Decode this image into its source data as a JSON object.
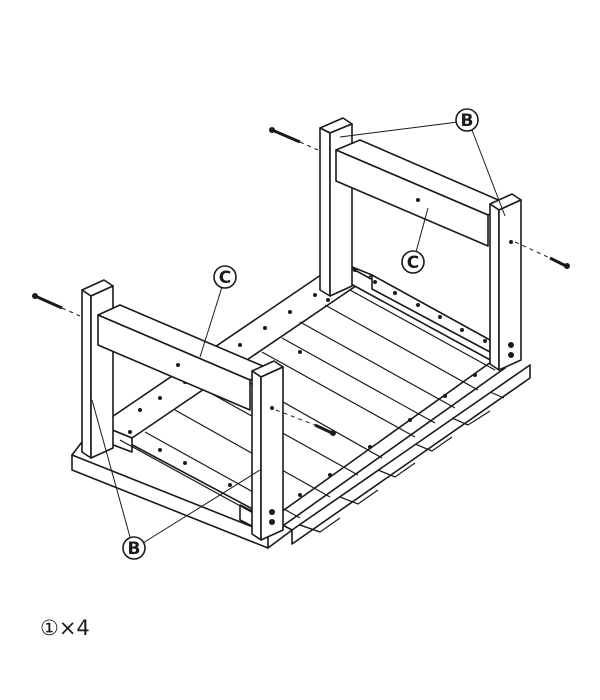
{
  "callouts": {
    "b_top": "B",
    "b_bottom": "B",
    "c_right": "C",
    "c_left": "C"
  },
  "quantity_note": "①×4",
  "colors": {
    "line": "#1a1a1a",
    "background": "#ffffff"
  }
}
